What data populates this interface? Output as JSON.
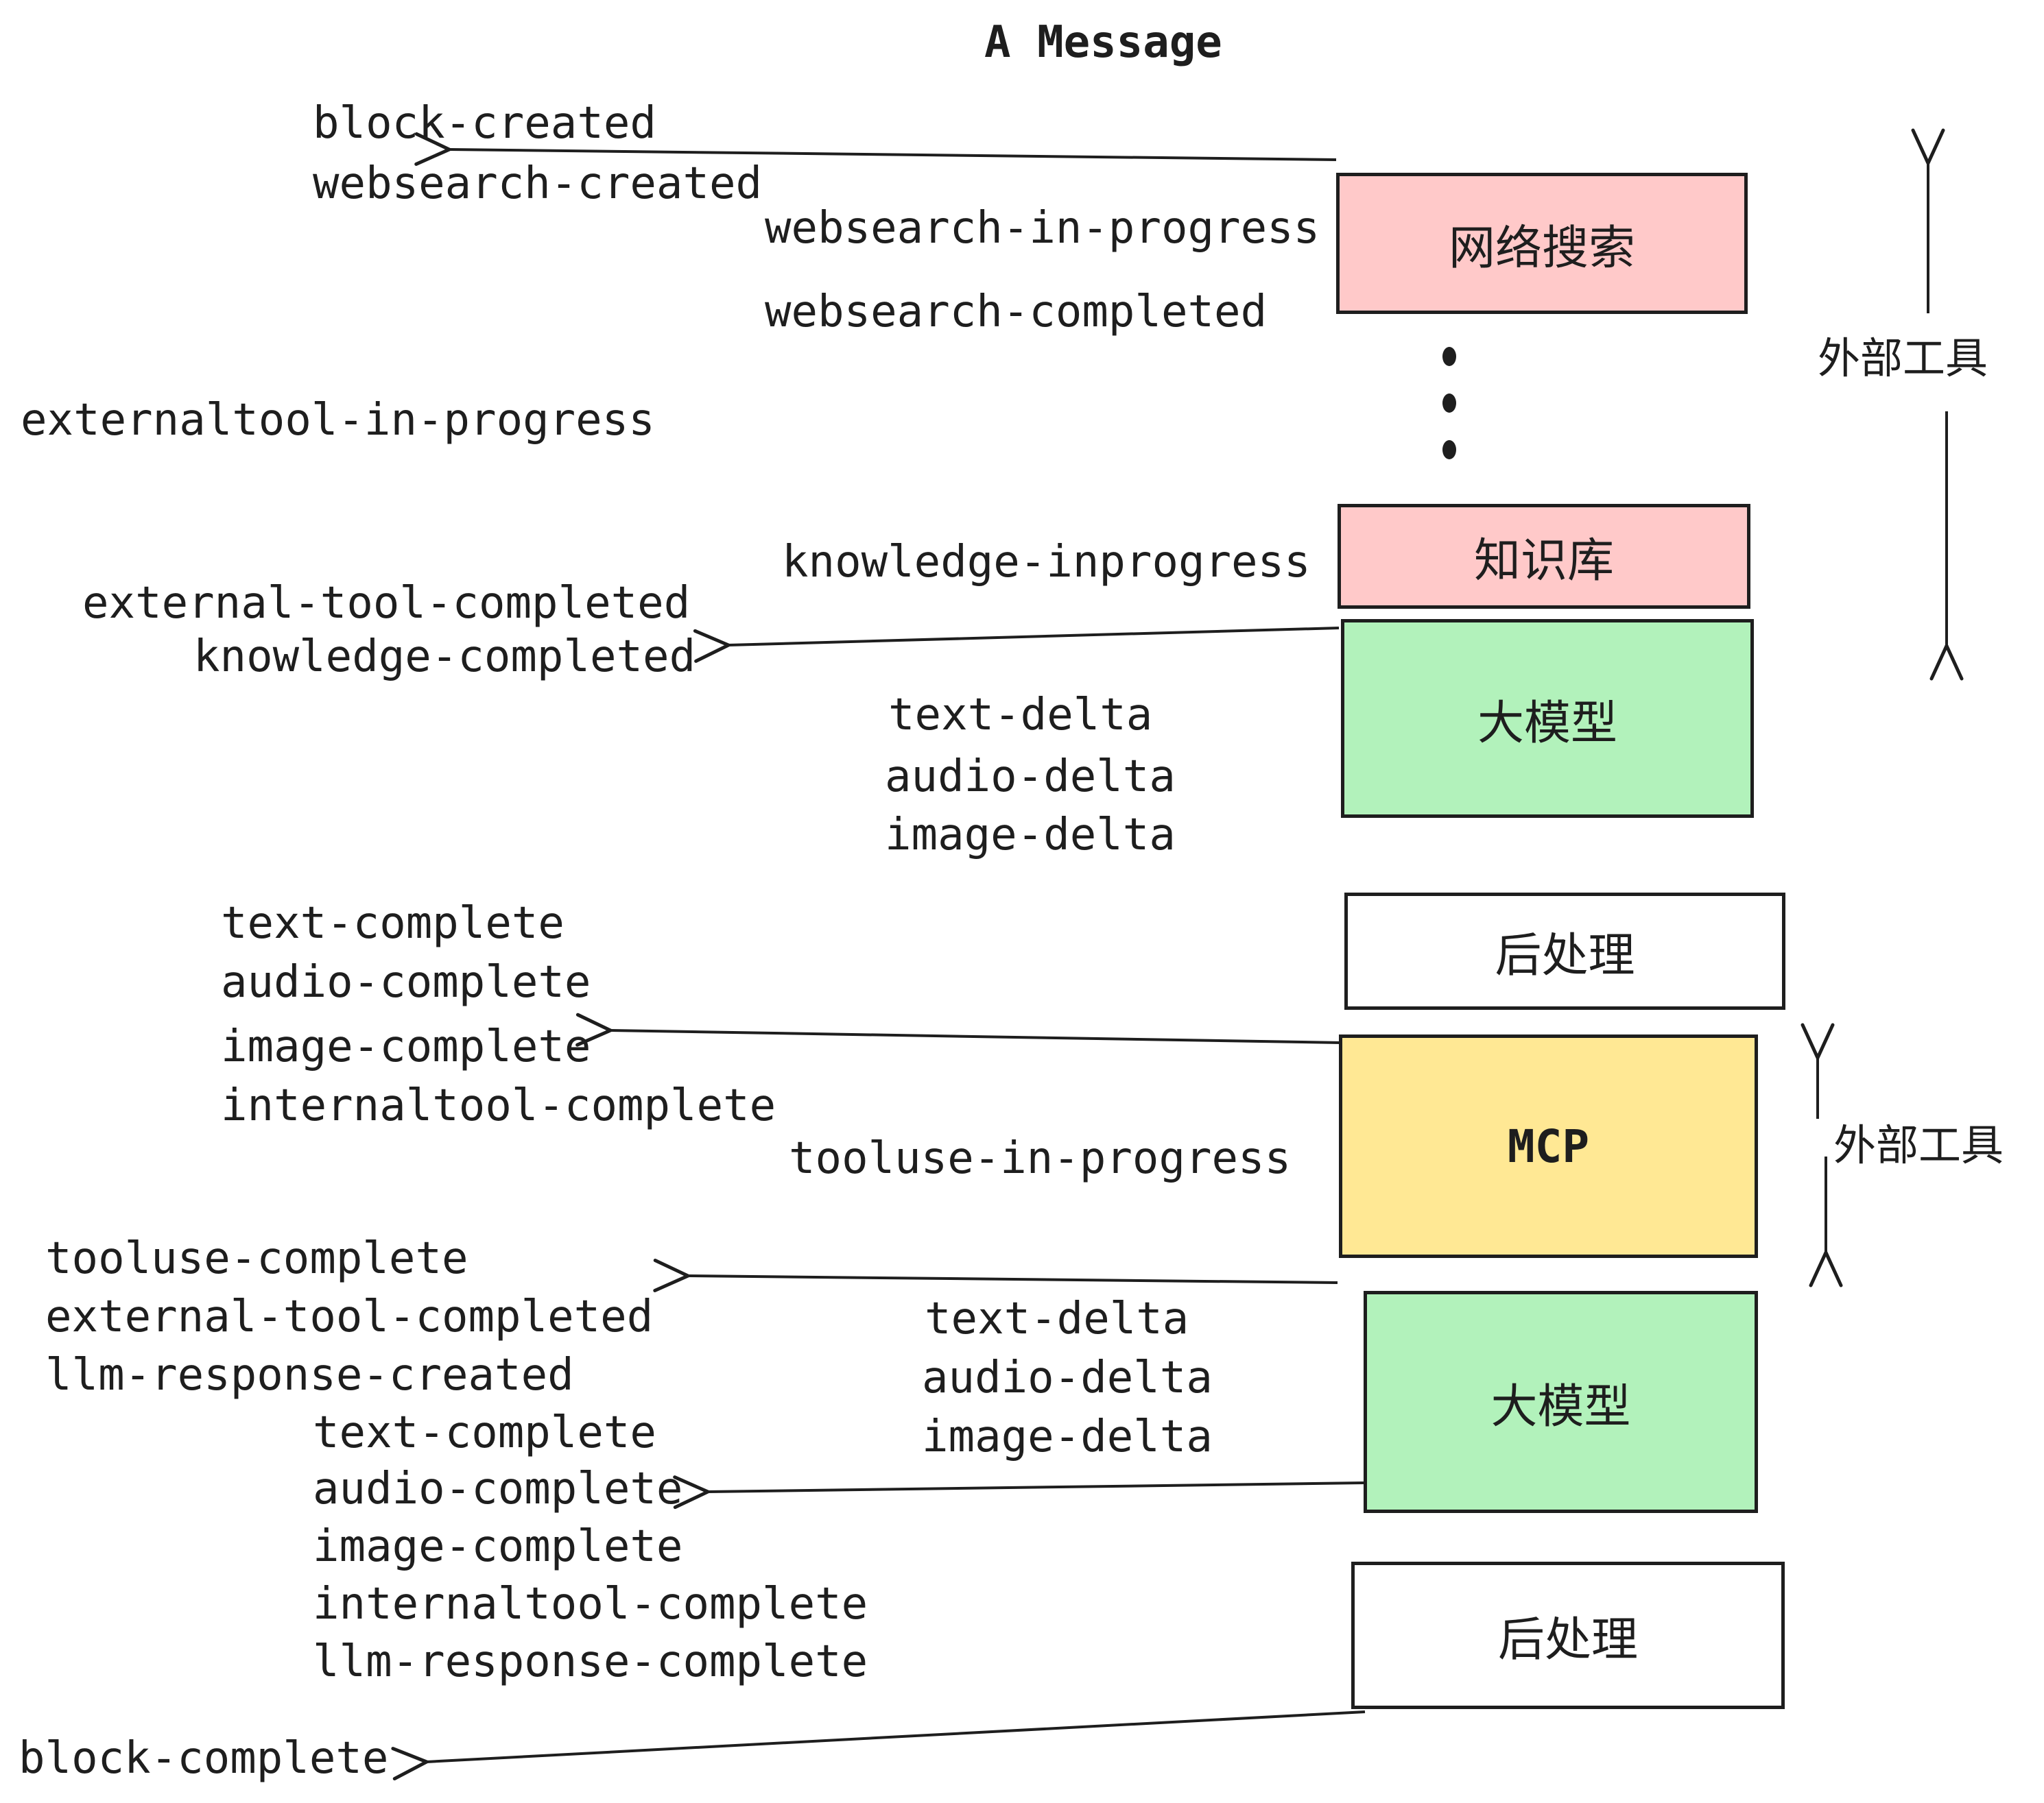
{
  "title": "A Message",
  "colors": {
    "pink": "#ffc9c9",
    "green": "#b2f2bb",
    "yellow": "#ffe894",
    "white": "#ffffff",
    "ink": "#1e1e1e"
  },
  "events": {
    "block_created": "block-created",
    "websearch_created": "websearch-created",
    "websearch_in_progress": "websearch-in-progress",
    "websearch_completed": "websearch-completed",
    "externaltool_in_progress": "externaltool-in-progress",
    "knowledge_inprogress": "knowledge-inprogress",
    "external_tool_completed": "external-tool-completed",
    "knowledge_completed": "knowledge-completed",
    "text_delta": "text-delta",
    "audio_delta": "audio-delta",
    "image_delta": "image-delta",
    "text_complete": "text-complete",
    "audio_complete": "audio-complete",
    "image_complete": "image-complete",
    "internaltool_complete": "internaltool-complete",
    "tooluse_in_progress": "tooluse-in-progress",
    "tooluse_complete": "tooluse-complete",
    "llm_response_created": "llm-response-created",
    "llm_response_complete": "llm-response-complete",
    "block_complete": "block-complete"
  },
  "boxes": [
    {
      "label": "网络搜索",
      "color": "#ffc9c9"
    },
    {
      "label": "知识库",
      "color": "#ffc9c9"
    },
    {
      "label": "大模型",
      "color": "#b2f2bb"
    },
    {
      "label": "后处理",
      "color": "#ffffff"
    },
    {
      "label": "MCP",
      "color": "#ffe894"
    },
    {
      "label": "大模型",
      "color": "#b2f2bb"
    },
    {
      "label": "后处理",
      "color": "#ffffff"
    }
  ],
  "ellipsis_dots": 3,
  "side_labels": {
    "external_tools_top": "外部工具",
    "external_tools_mid": "外部工具"
  }
}
